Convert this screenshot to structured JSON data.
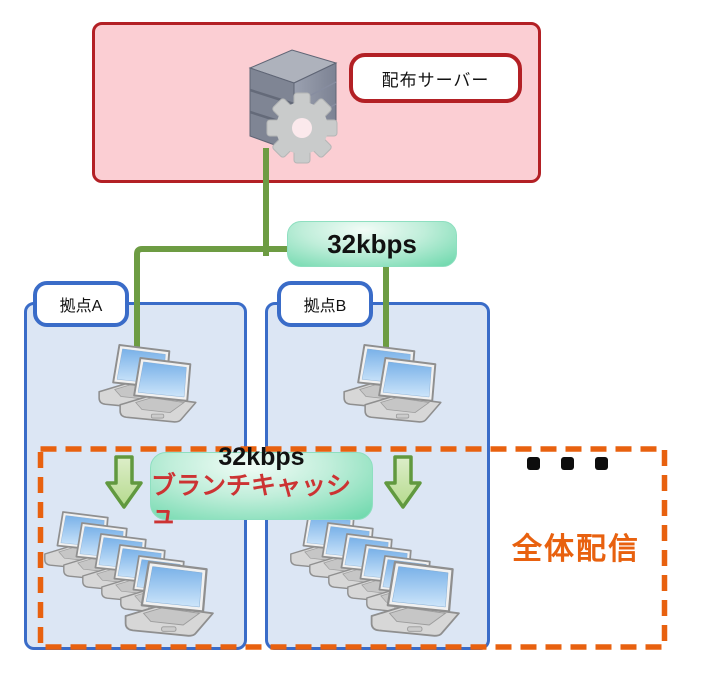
{
  "colors": {
    "pink-fill": "#fbced3",
    "red-border": "#b32025",
    "green-line": "#6d9c43",
    "badge-green": "#53cd9b",
    "blue-border": "#3a6cc8",
    "blue-fill": "#dce6f4",
    "orange": "#e8610f",
    "branch-red": "#cc3333",
    "arrow-fill-top": "#ddeec9",
    "arrow-fill-bottom": "#b5da8d",
    "arrow-stroke": "#61993f"
  },
  "server_area": {
    "label": "配布サーバー"
  },
  "wan_link": {
    "bandwidth": "32kbps"
  },
  "sites": [
    {
      "label": "拠点A",
      "client_pair_count": 2,
      "client_stack_count": 6
    },
    {
      "label": "拠点B",
      "client_pair_count": 2,
      "client_stack_count": 6
    }
  ],
  "branch_cache": {
    "bandwidth": "32kbps",
    "label": "ブランチキャッシュ"
  },
  "distribution": {
    "label": "全体配信",
    "ellipsis_dot_count": 3
  }
}
